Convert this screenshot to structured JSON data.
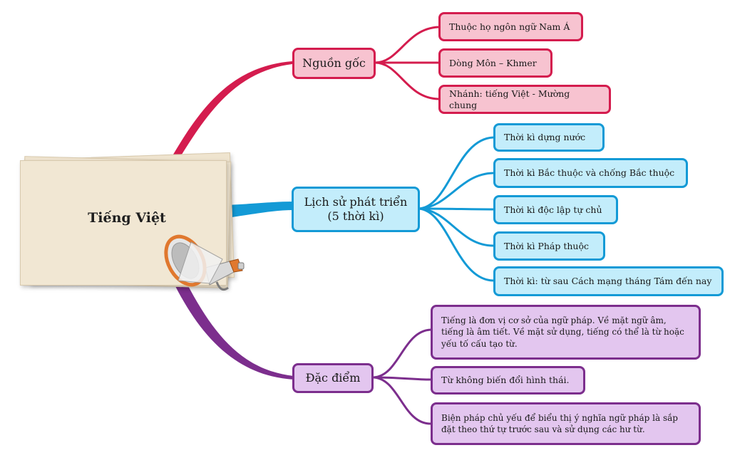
{
  "mindmap": {
    "root": {
      "title": "Tiếng Việt"
    },
    "branches": [
      {
        "id": "origin",
        "label_lines": [
          "Nguồn gốc"
        ],
        "color": "#d41c4e",
        "fill": "#f7c3d0",
        "children": [
          {
            "lines": [
              "Thuộc họ ngôn ngữ Nam Á"
            ]
          },
          {
            "lines": [
              "Dòng Môn – Khmer"
            ]
          },
          {
            "lines": [
              "Nhánh: tiếng Việt - Mường chung"
            ]
          }
        ]
      },
      {
        "id": "history",
        "label_lines": [
          "Lịch sử phát triển",
          "(5 thời kì)"
        ],
        "color": "#139ad6",
        "fill": "#c3edfb",
        "children": [
          {
            "lines": [
              "Thời kì dựng nước"
            ]
          },
          {
            "lines": [
              "Thời kì Bắc thuộc và chống Bắc thuộc"
            ]
          },
          {
            "lines": [
              "Thời kì độc lập tự chủ"
            ]
          },
          {
            "lines": [
              "Thời kì Pháp thuộc"
            ]
          },
          {
            "lines": [
              "Thời kì: từ sau Cách mạng tháng Tám đến nay"
            ]
          }
        ]
      },
      {
        "id": "features",
        "label_lines": [
          "Đặc điểm"
        ],
        "color": "#7c2e8d",
        "fill": "#e3c6ef",
        "children": [
          {
            "lines": [
              "Tiếng là đơn vị cơ sở của ngữ pháp. Về mặt ngữ âm,",
              "tiếng là âm tiết. Về mặt sử dụng, tiếng có thể là từ hoặc",
              "yếu tố cấu tạo từ."
            ]
          },
          {
            "lines": [
              "Từ không biến đổi hình thái."
            ]
          },
          {
            "lines": [
              "Biện pháp chủ yếu để biểu thị ý nghĩa ngữ pháp là sắp",
              "đặt theo thứ tự trước sau và sử dụng các hư từ."
            ]
          }
        ]
      }
    ]
  }
}
